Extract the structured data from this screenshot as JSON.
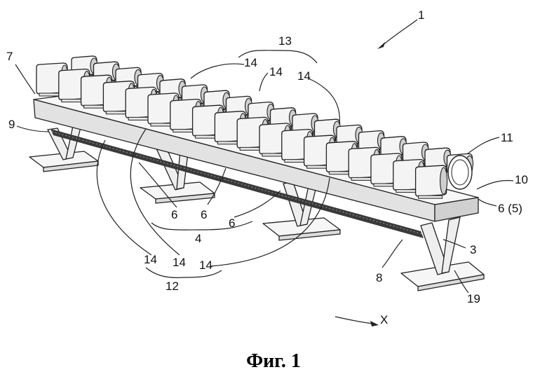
{
  "caption": "Фиг. 1",
  "labels": {
    "l1": "1",
    "l13": "13",
    "l14a": "14",
    "l14b": "14",
    "l14c": "14",
    "l7": "7",
    "l9": "9",
    "l11": "11",
    "l10": "10",
    "l6_5": "6 (5)",
    "l6a": "6",
    "l6b": "6",
    "l6c": "6",
    "l4": "4",
    "l3": "3",
    "l8": "8",
    "l19": "19",
    "l14d": "14",
    "l14e": "14",
    "l14f": "14",
    "l12": "12",
    "lx": "X"
  },
  "colors": {
    "line": "#222222",
    "module_fill": "#f4f4f4",
    "shade": "#cfcfcf",
    "rail": "#3a3a3a"
  }
}
